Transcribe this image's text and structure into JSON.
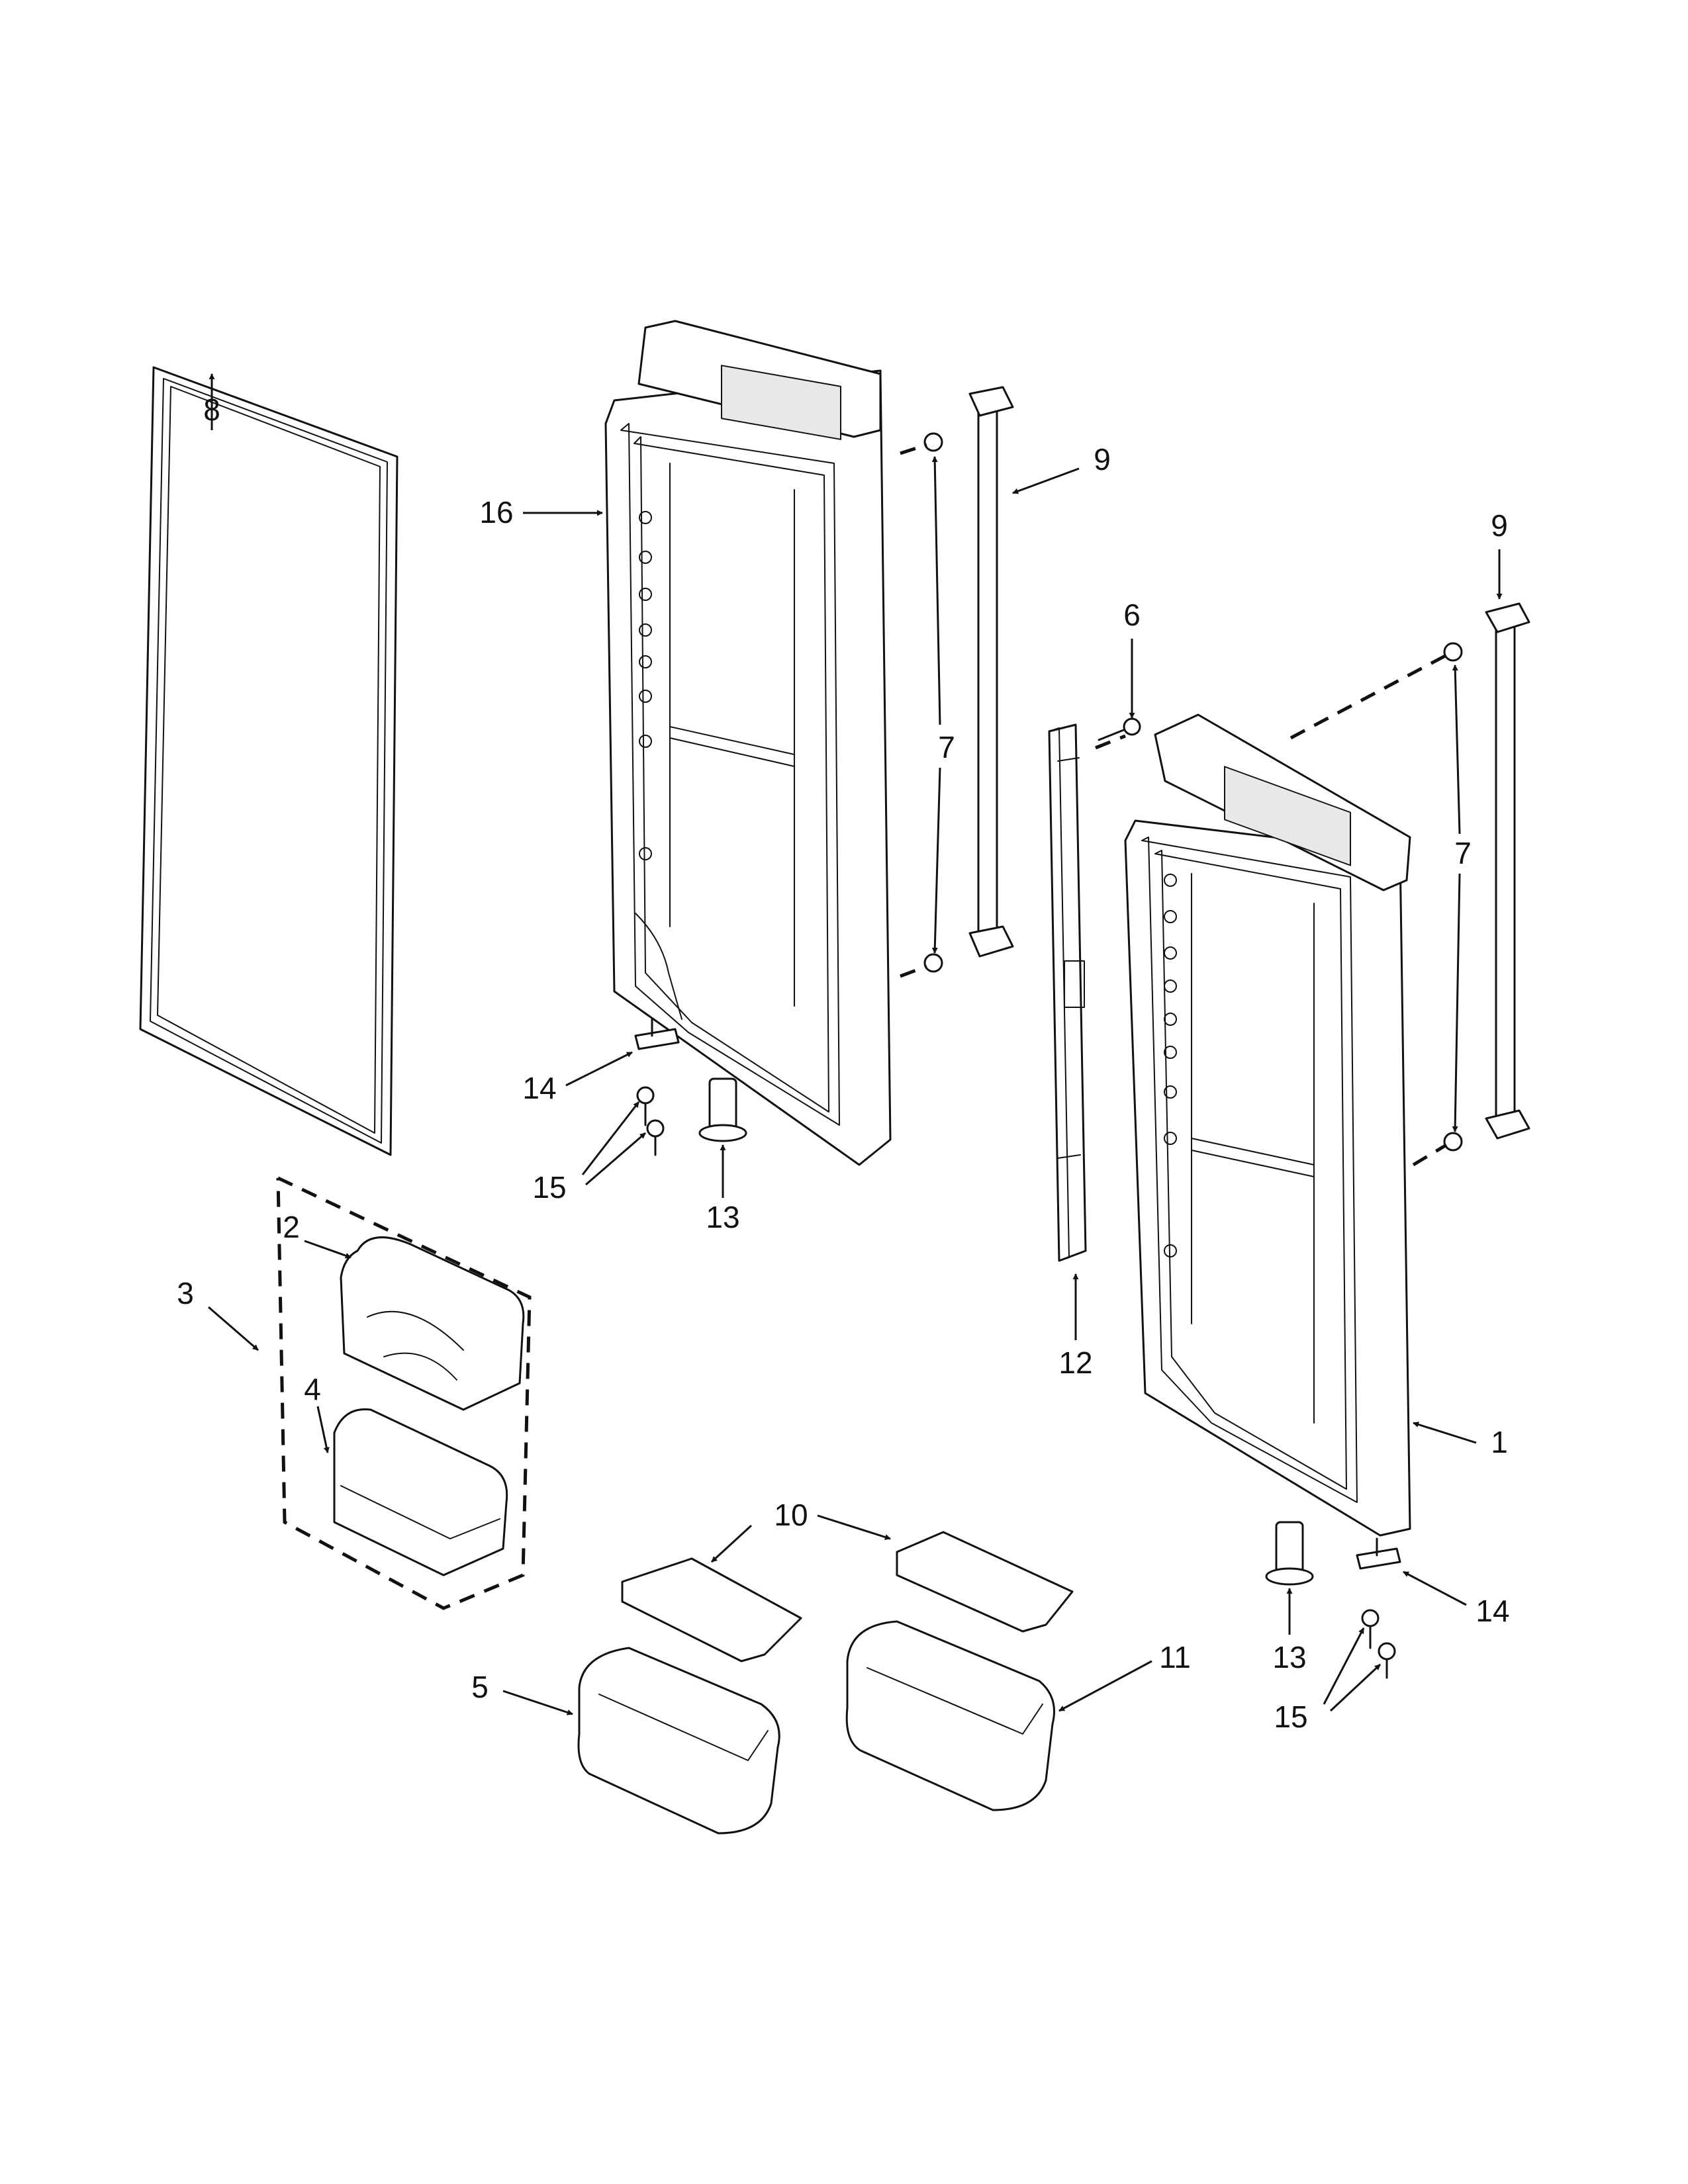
{
  "callouts": {
    "c1": "1",
    "c2": "2",
    "c3": "3",
    "c4": "4",
    "c5": "5",
    "c6": "6",
    "c7a": "7",
    "c7b": "7",
    "c8": "8",
    "c9a": "9",
    "c9b": "9",
    "c10": "10",
    "c11": "11",
    "c12": "12",
    "c13a": "13",
    "c13b": "13",
    "c14a": "14",
    "c14b": "14",
    "c15a": "15",
    "c15b": "15",
    "c16": "16"
  }
}
